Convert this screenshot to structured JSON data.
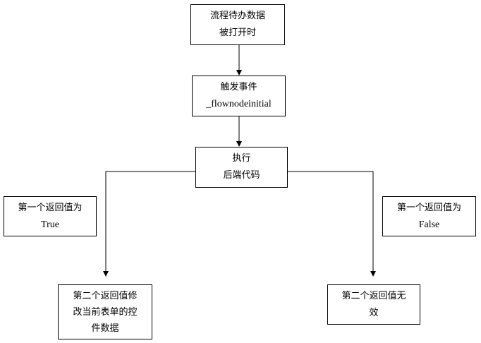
{
  "nodes": {
    "open": {
      "line1": "流程待办数据",
      "line2": "被打开时"
    },
    "event": {
      "line1": "触发事件",
      "line2": "_flownodeinitial"
    },
    "exec": {
      "line1": "执行",
      "line2": "后端代码"
    },
    "true_label": {
      "line1": "第一个返回值为",
      "line2": "True"
    },
    "false_label": {
      "line1": "第一个返回值为",
      "line2": "False"
    },
    "modify": {
      "line1": "第二个返回值修",
      "line2": "改当前表单的控",
      "line3": "件数据"
    },
    "invalid": {
      "line1": "第二个返回值无",
      "line2": "效"
    }
  },
  "colors": {
    "stroke": "#000000",
    "background": "#ffffff"
  }
}
